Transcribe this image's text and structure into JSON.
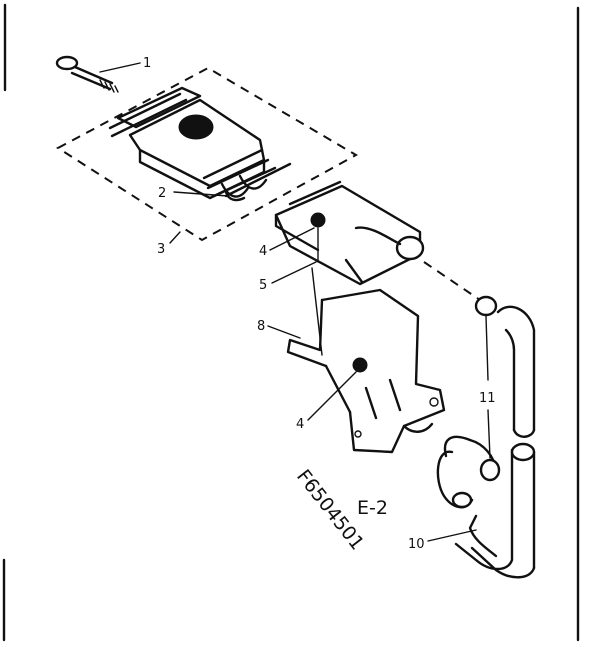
{
  "callouts": {
    "c1": "1",
    "c2": "2",
    "c3": "3",
    "c4a": "4",
    "c5": "5",
    "c8": "8",
    "c4b": "4",
    "c11": "11",
    "c10": "10"
  },
  "diagram_code": "E-2",
  "part_number": "F6504501"
}
